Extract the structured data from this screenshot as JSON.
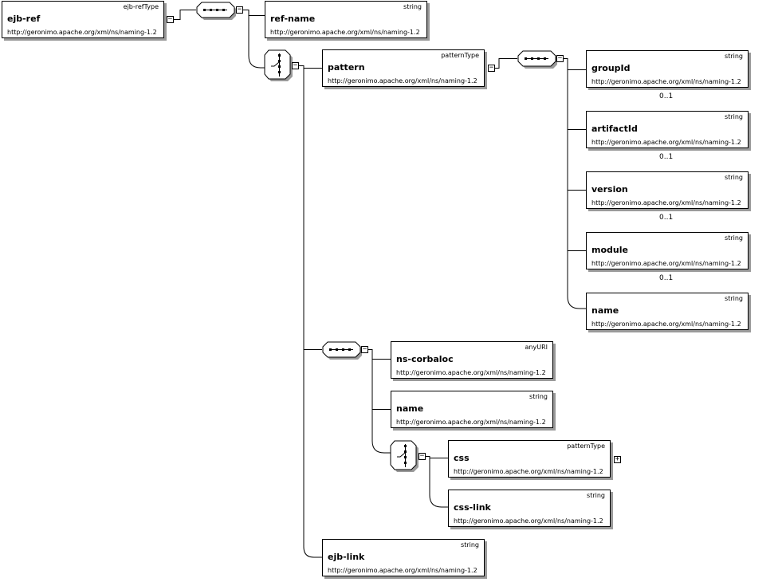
{
  "namespace": "http://geronimo.apache.org/xml/ns/naming-1.2",
  "elements": {
    "ejb_ref": {
      "name": "ejb-ref",
      "type": "ejb-refType"
    },
    "ref_name": {
      "name": "ref-name",
      "type": "string"
    },
    "pattern": {
      "name": "pattern",
      "type": "patternType"
    },
    "groupId": {
      "name": "groupId",
      "type": "string",
      "occurrence": "0..1"
    },
    "artifactId": {
      "name": "artifactId",
      "type": "string",
      "occurrence": "0..1"
    },
    "version": {
      "name": "version",
      "type": "string",
      "occurrence": "0..1"
    },
    "module": {
      "name": "module",
      "type": "string",
      "occurrence": "0..1"
    },
    "name_pattern": {
      "name": "name",
      "type": "string"
    },
    "ns_corbaloc": {
      "name": "ns-corbaloc",
      "type": "anyURI"
    },
    "name_corba": {
      "name": "name",
      "type": "string"
    },
    "css": {
      "name": "css",
      "type": "patternType"
    },
    "css_link": {
      "name": "css-link",
      "type": "string"
    },
    "ejb_link": {
      "name": "ejb-link",
      "type": "string"
    }
  },
  "toggles": {
    "collapse": "−",
    "expand": "+"
  }
}
